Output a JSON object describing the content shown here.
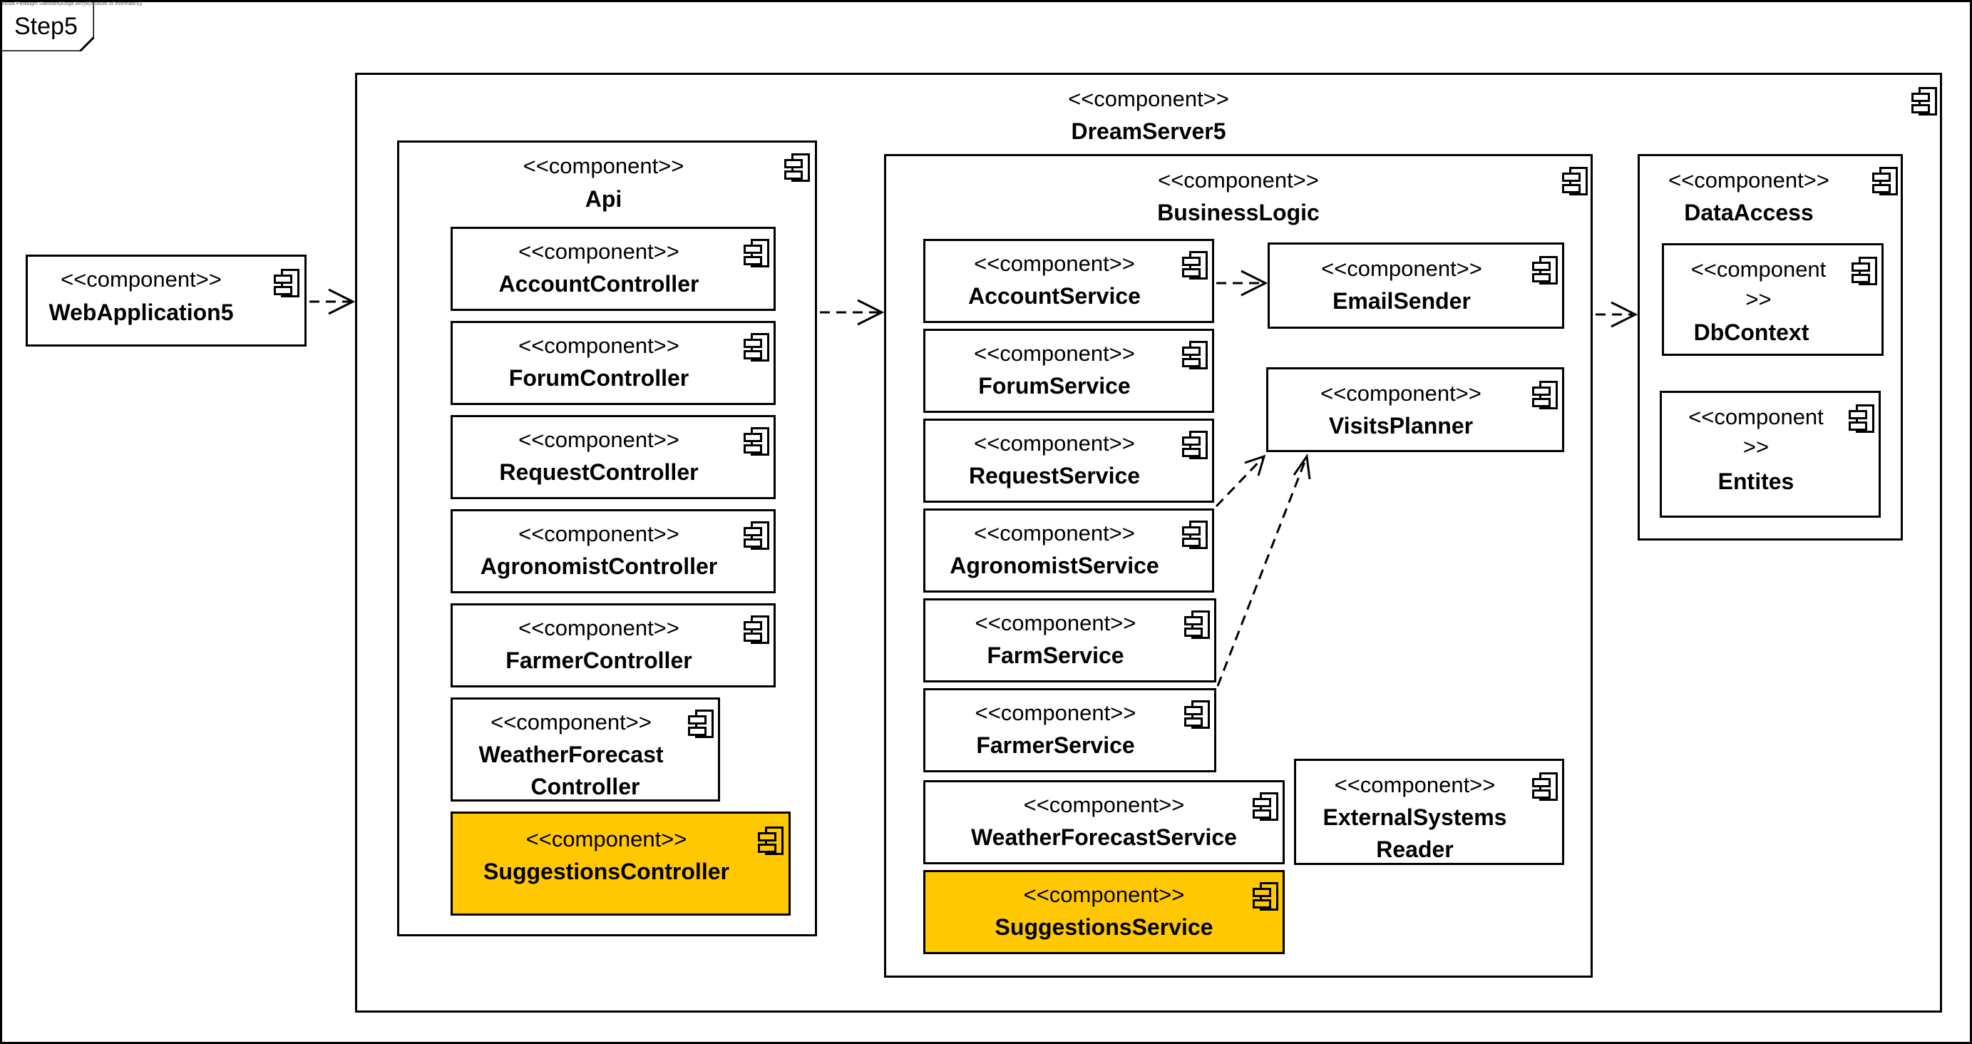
{
  "frame": {
    "label": "Step5",
    "note": "Visual Paradigm Standard(Kinga Mrzyk(Institute of Informatics))"
  },
  "stereotype": "<<component>>",
  "components": {
    "web_application": {
      "stereotype": "<<component>>",
      "name": "WebApplication5"
    },
    "dream_server": {
      "stereotype": "<<component>>",
      "name": "DreamServer5"
    },
    "api": {
      "stereotype": "<<component>>",
      "name": "Api",
      "items": [
        {
          "stereotype": "<<component>>",
          "name": "AccountController"
        },
        {
          "stereotype": "<<component>>",
          "name": "ForumController"
        },
        {
          "stereotype": "<<component>>",
          "name": "RequestController"
        },
        {
          "stereotype": "<<component>>",
          "name": "AgronomistController"
        },
        {
          "stereotype": "<<component>>",
          "name": "FarmerController"
        },
        {
          "stereotype": "<<component>>",
          "name_line1": "WeatherForecast",
          "name_line2": "Controller"
        },
        {
          "stereotype": "<<component>>",
          "name": "SuggestionsController",
          "highlighted": true
        }
      ]
    },
    "business_logic": {
      "stereotype": "<<component>>",
      "name": "BusinessLogic",
      "items": [
        {
          "stereotype": "<<component>>",
          "name": "AccountService"
        },
        {
          "stereotype": "<<component>>",
          "name": "ForumService"
        },
        {
          "stereotype": "<<component>>",
          "name": "RequestService"
        },
        {
          "stereotype": "<<component>>",
          "name": "AgronomistService"
        },
        {
          "stereotype": "<<component>>",
          "name": "FarmService"
        },
        {
          "stereotype": "<<component>>",
          "name": "FarmerService"
        },
        {
          "stereotype": "<<component>>",
          "name": "WeatherForecastService"
        },
        {
          "stereotype": "<<component>>",
          "name": "SuggestionsService",
          "highlighted": true
        },
        {
          "stereotype": "<<component>>",
          "name": "EmailSender"
        },
        {
          "stereotype": "<<component>>",
          "name": "VisitsPlanner"
        },
        {
          "stereotype": "<<component>>",
          "name_line1": "ExternalSystems",
          "name_line2": "Reader"
        }
      ]
    },
    "data_access": {
      "stereotype": "<<component>>",
      "name": "DataAccess",
      "items": [
        {
          "stereotype_line1": "<<component",
          "stereotype_line2": ">>",
          "name": "DbContext"
        },
        {
          "stereotype_line1": "<<component",
          "stereotype_line2": ">>",
          "name": "Entites"
        }
      ]
    }
  },
  "dependencies": [
    {
      "from": "WebApplication5",
      "to": "DreamServer5"
    },
    {
      "from": "Api",
      "to": "BusinessLogic"
    },
    {
      "from": "BusinessLogic",
      "to": "DataAccess"
    },
    {
      "from": "AccountService",
      "to": "EmailSender"
    },
    {
      "from": "AgronomistService",
      "to": "VisitsPlanner"
    },
    {
      "from": "FarmerService",
      "to": "VisitsPlanner"
    }
  ],
  "colors": {
    "highlight": "#ffc800",
    "line": "#000000",
    "background": "#ffffff"
  },
  "icon": "uml-component-icon"
}
